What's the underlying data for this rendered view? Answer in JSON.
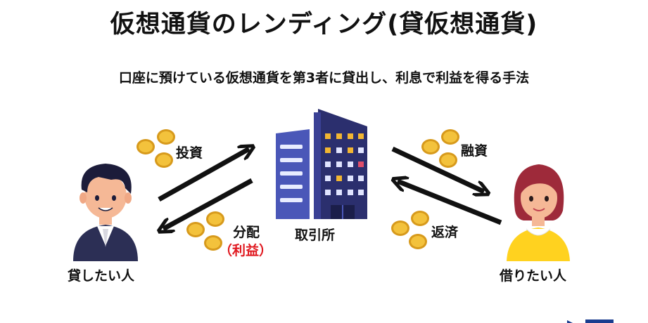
{
  "title": "仮想通貨のレンディング(貸仮想通貨)",
  "subtitle": "口座に預けている仮想通貨を第3者に貸出し、利息で利益を得る手法",
  "exchange": {
    "label": "取引所"
  },
  "lender": {
    "label": "貸したい人"
  },
  "borrower": {
    "label": "借りたい人"
  },
  "flows": {
    "invest": "投資",
    "distribution": "分配",
    "profit": "（利益）",
    "financing": "融資",
    "repayment": "返済"
  },
  "colors": {
    "coin": "#f3c23c",
    "coin_dark": "#d79a1c",
    "building_main": "#2b2f6e",
    "building_side": "#4a57b8",
    "lender_suit": "#2c2f55",
    "borrower_hair": "#9e2a3a",
    "borrower_shirt": "#ffd21f",
    "accent_red": "#e0181f"
  }
}
